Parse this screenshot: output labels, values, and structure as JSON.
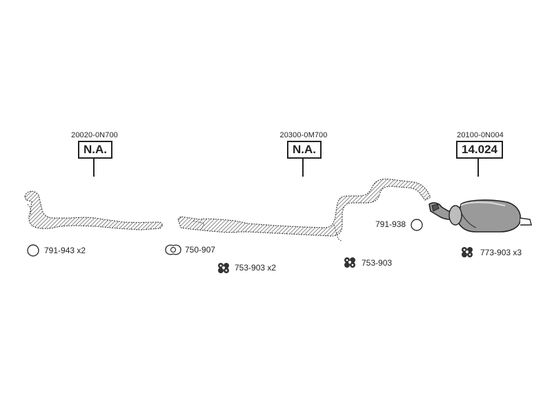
{
  "parts": [
    {
      "id": "front",
      "code": "20020-0N700",
      "ref": "N.A."
    },
    {
      "id": "middle",
      "code": "20300-0M700",
      "ref": "N.A."
    },
    {
      "id": "rear",
      "code": "20100-0N004",
      "ref": "14.024"
    }
  ],
  "accessories": [
    {
      "id": "ring-front",
      "label": "791-943 x2",
      "icon": "ring-gasket-icon"
    },
    {
      "id": "flange",
      "label": "750-907",
      "icon": "flange-gasket-icon"
    },
    {
      "id": "hanger-mid",
      "label": "753-903 x2",
      "icon": "rubber-hanger-icon"
    },
    {
      "id": "hanger-mid2",
      "label": "753-903",
      "icon": "rubber-hanger-icon"
    },
    {
      "id": "ring-rear",
      "label": "791-938",
      "icon": "ring-gasket-icon"
    },
    {
      "id": "hanger-rear",
      "label": "773-903 x3",
      "icon": "rubber-hanger-icon"
    }
  ]
}
